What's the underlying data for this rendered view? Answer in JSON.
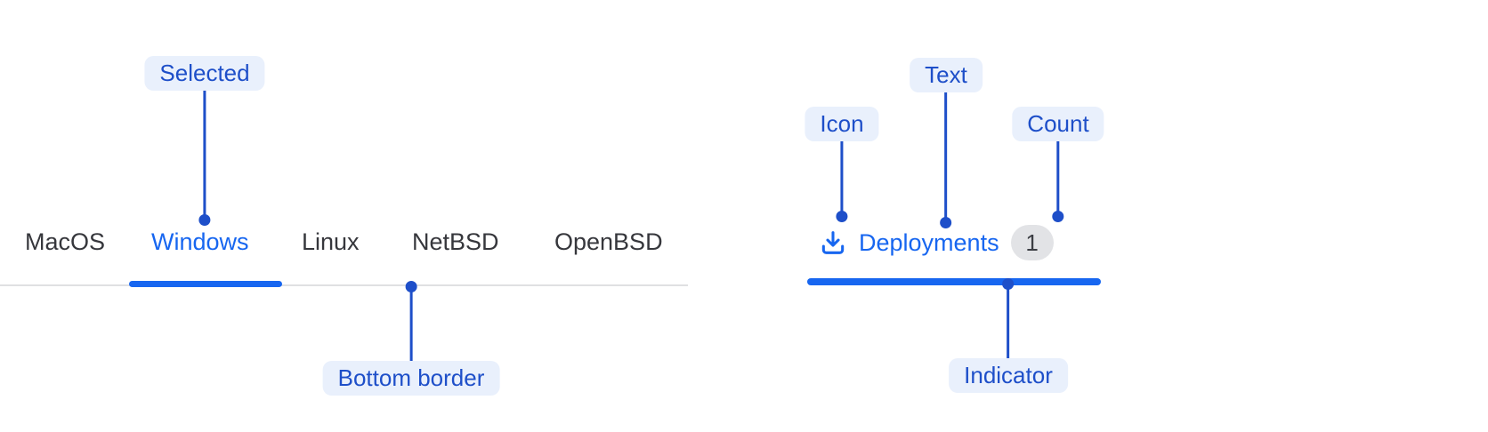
{
  "colors": {
    "accent_blue": "#1766F0",
    "annotation_blue": "#1E4FC9",
    "annotation_pill_bg": "#E9F0FC",
    "tab_text": "#36373C",
    "divider_gray": "#DFE0E2",
    "badge_bg": "#E2E3E6",
    "badge_text": "#3C3E44"
  },
  "left_example": {
    "tabs": [
      {
        "label": "MacOS",
        "selected": false
      },
      {
        "label": "Windows",
        "selected": true
      },
      {
        "label": "Linux",
        "selected": false
      },
      {
        "label": "NetBSD",
        "selected": false
      },
      {
        "label": "OpenBSD",
        "selected": false
      }
    ],
    "annotations": {
      "selected": "Selected",
      "bottom_border": "Bottom border"
    }
  },
  "right_example": {
    "tab": {
      "icon": "download-icon",
      "label": "Deployments",
      "count": "1"
    },
    "annotations": {
      "icon": "Icon",
      "text": "Text",
      "count": "Count",
      "indicator": "Indicator"
    }
  }
}
